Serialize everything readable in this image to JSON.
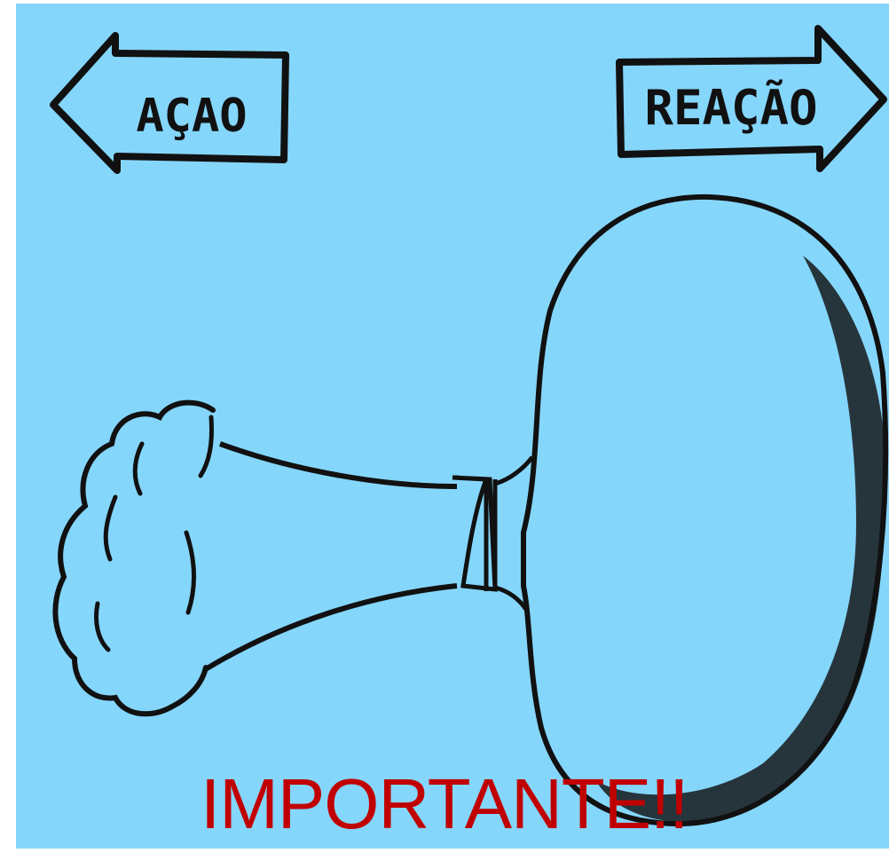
{
  "labels": {
    "action": "AÇAO",
    "reaction": "REAÇÃO"
  },
  "caption": "IMPORTANTE!!",
  "colors": {
    "background": "#85d6fb",
    "ink": "#111111",
    "caption": "#c00000"
  }
}
